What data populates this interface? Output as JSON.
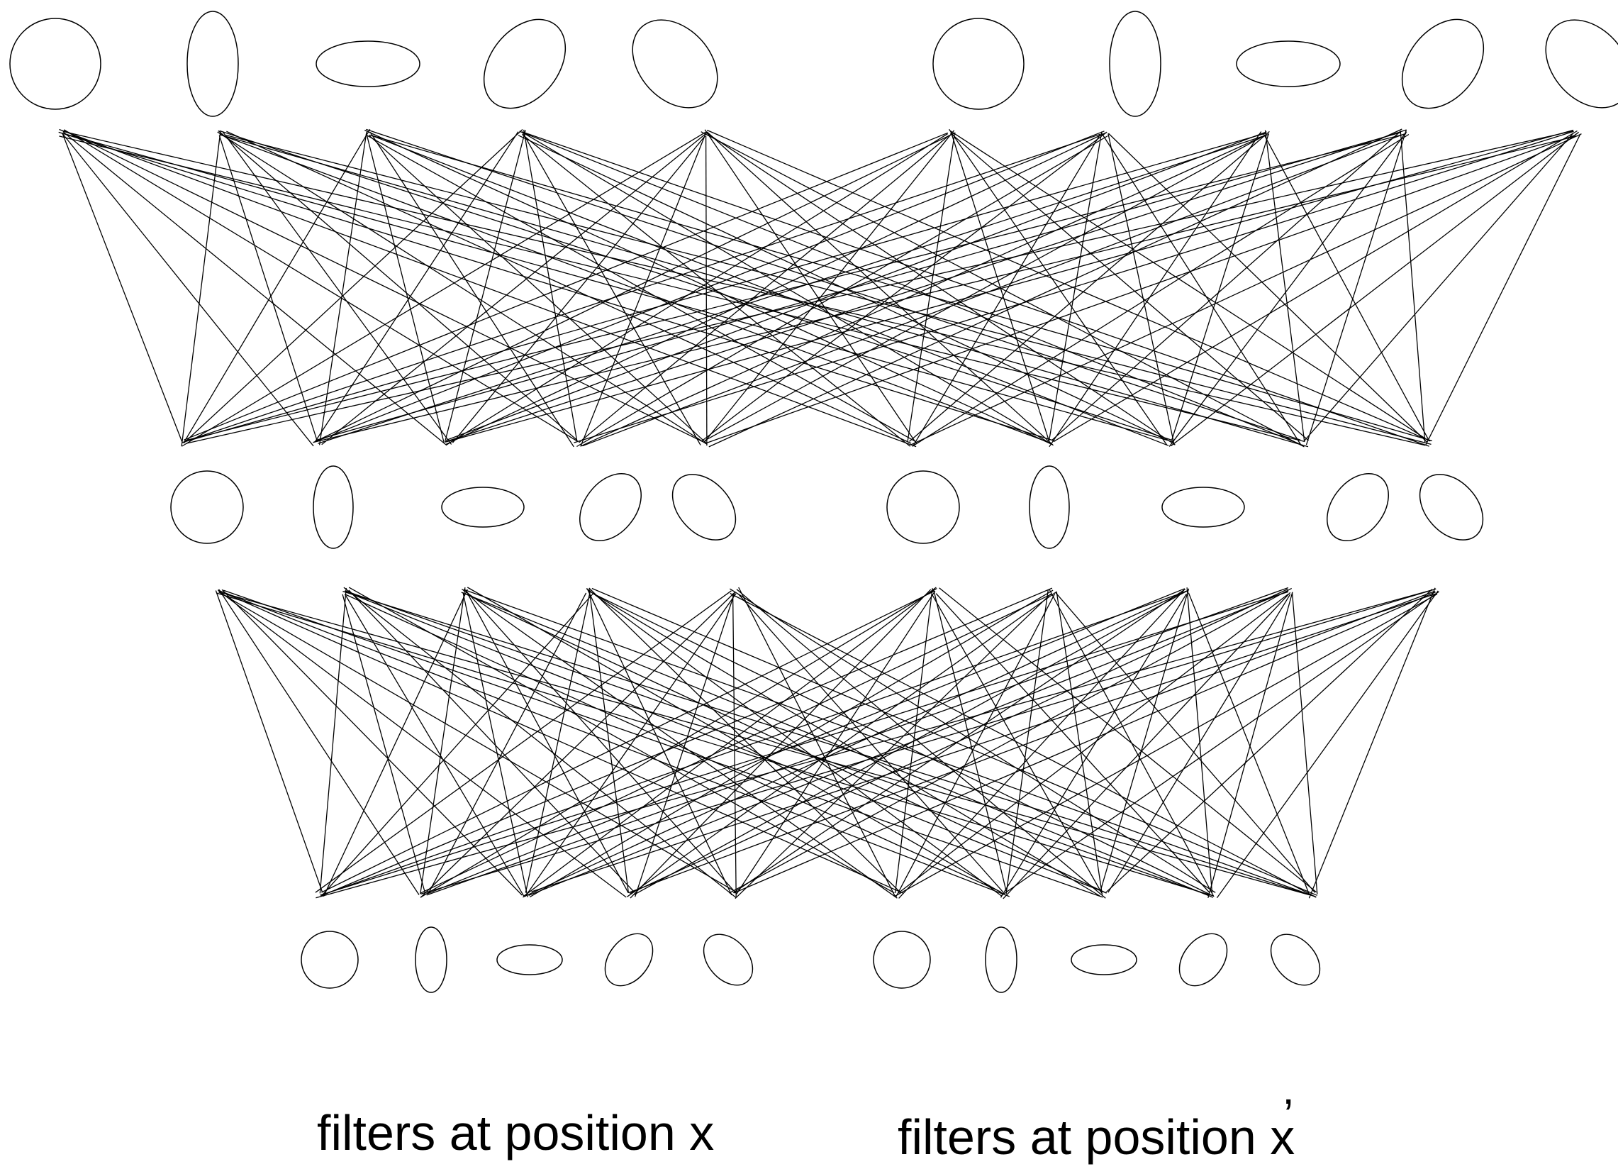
{
  "labels": {
    "left": "filters at position x",
    "right": "filters at position x",
    "right_prime": "’"
  },
  "groups": {
    "left_filters": "filters at position x",
    "right_filters": "filters at position x’"
  },
  "filter_shapes_per_group": [
    "circle",
    "vertical-ellipse",
    "horizontal-ellipse",
    "tilted-right-ellipse",
    "tilted-left-ellipse"
  ],
  "layers": 3,
  "connectivity": "all-to-all between adjacent layers",
  "colors": {
    "stroke": "#000000",
    "background": "#ffffff"
  }
}
